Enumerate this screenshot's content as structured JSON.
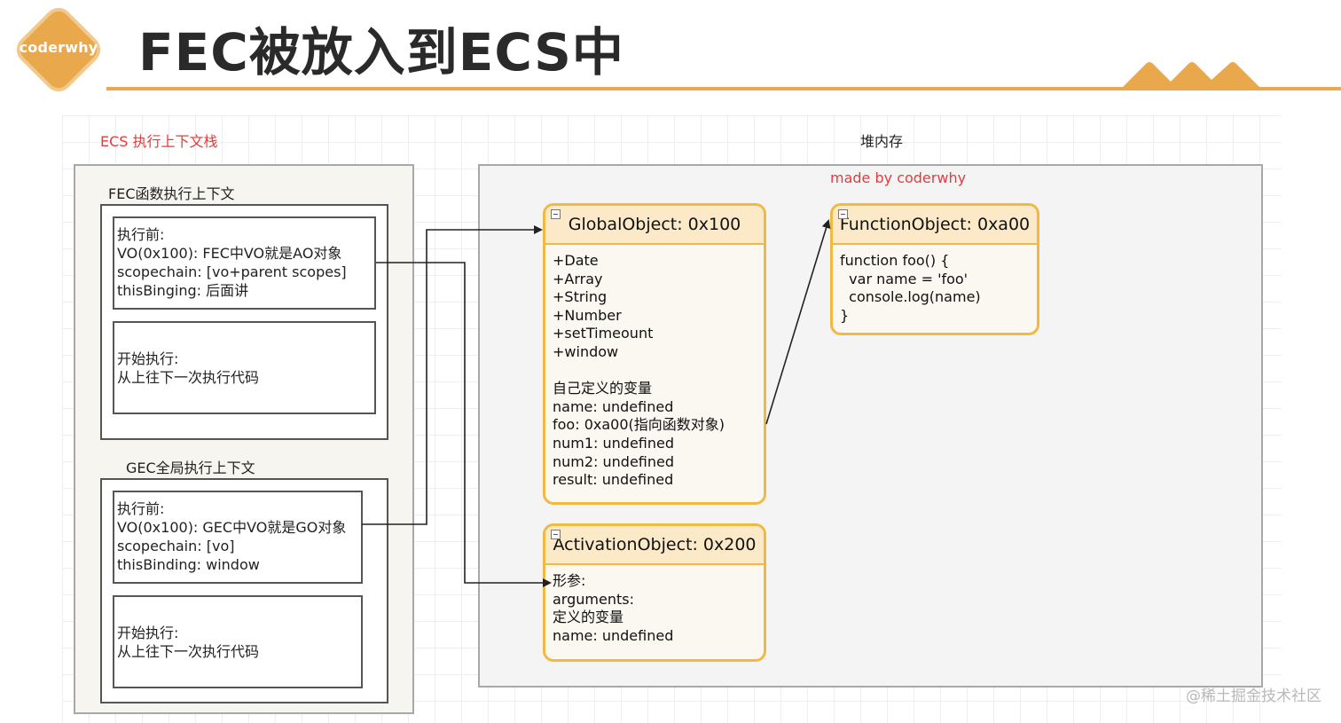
{
  "header": {
    "logo_text": "coderwhy",
    "title": "FEC被放入到ECS中"
  },
  "colors": {
    "accent": "#e9a84c",
    "object_border": "#f0b944",
    "label_red": "#e63b3b"
  },
  "diagram": {
    "ecs_label": "ECS 执行上下文栈",
    "heap_label": "堆内存",
    "made_by": "made by coderwhy",
    "fec": {
      "title": "FEC函数执行上下文",
      "before": [
        "执行前:",
        "VO(0x100): FEC中VO就是AO对象",
        "scopechain: [vo+parent scopes]",
        "thisBinging: 后面讲"
      ],
      "start": [
        "开始执行:",
        "从上往下一次执行代码"
      ]
    },
    "gec": {
      "title": "GEC全局执行上下文",
      "before": [
        "执行前:",
        "VO(0x100): GEC中VO就是GO对象",
        "scopechain: [vo]",
        "thisBinding: window"
      ],
      "start": [
        "开始执行:",
        "从上往下一次执行代码"
      ]
    },
    "global_object": {
      "title": "GlobalObject: 0x100",
      "lines": [
        "+Date",
        "+Array",
        "+String",
        "+Number",
        "+setTimeount",
        "+window",
        "",
        "自己定义的变量",
        "name: undefined",
        "foo: 0xa00(指向函数对象)",
        "num1: undefined",
        "num2: undefined",
        "result: undefined"
      ]
    },
    "function_object": {
      "title": "FunctionObject: 0xa00",
      "lines": [
        "function foo() {",
        "  var name = 'foo'",
        "  console.log(name)",
        "}"
      ]
    },
    "activation_object": {
      "title": "ActivationObject: 0x200",
      "lines": [
        "形参:",
        "arguments:",
        "定义的变量",
        "name: undefined"
      ]
    }
  },
  "watermark": "@稀土掘金技术社区"
}
